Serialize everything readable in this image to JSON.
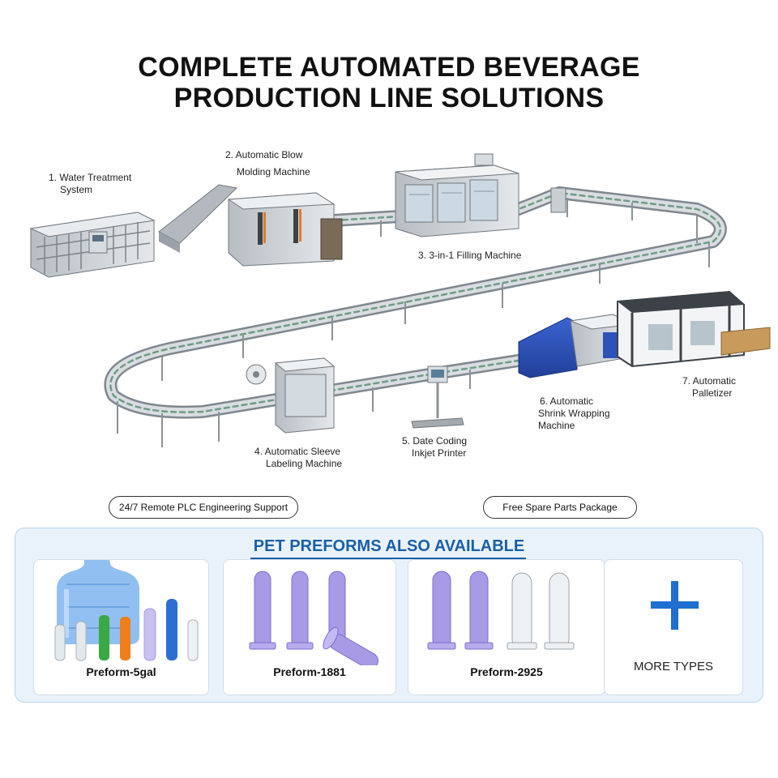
{
  "title": {
    "line1": "COMPLETE AUTOMATED BEVERAGE",
    "line2": "PRODUCTION LINE SOLUTIONS"
  },
  "stations": [
    {
      "line1": "1. Water Treatment",
      "line2": "System"
    },
    {
      "line1": "2. Automatic Blow",
      "line2": "Molding Machine"
    },
    {
      "line1": "3. 3-in-1 Filling Machine",
      "line2": ""
    },
    {
      "line1": "4. Automatic Sleeve",
      "line2": "Labeling Machine"
    },
    {
      "line1": "5. Date Coding",
      "line2": "Inkjet Printer"
    },
    {
      "line1": "6. Automatic",
      "line2": "Shrink Wrapping",
      "line3": "Machine"
    },
    {
      "line1": "7. Automatic",
      "line2": "Palletizer"
    }
  ],
  "support": {
    "remote": "24/7 Remote PLC Engineering Support",
    "spares": "Free Spare Parts Package"
  },
  "preforms": {
    "heading": "PET PREFORMS ALSO AVAILABLE",
    "items": [
      "Preform-5gal",
      "Preform-1881",
      "Preform-2925"
    ],
    "more": "MORE TYPES"
  },
  "colors": {
    "heading_blue": "#1a5fa6",
    "plus_blue": "#1e6fd0",
    "panel_bg": "#e9f2fb",
    "machine_steel": "#c9ced3",
    "wrapper_blue": "#2a4fb8",
    "preform_purple": "#9f8fe0",
    "preform_clear": "#e7ebef",
    "preform_green": "#3aa845",
    "preform_orange": "#ee7f1a",
    "preform_blue": "#2d6fd1"
  }
}
